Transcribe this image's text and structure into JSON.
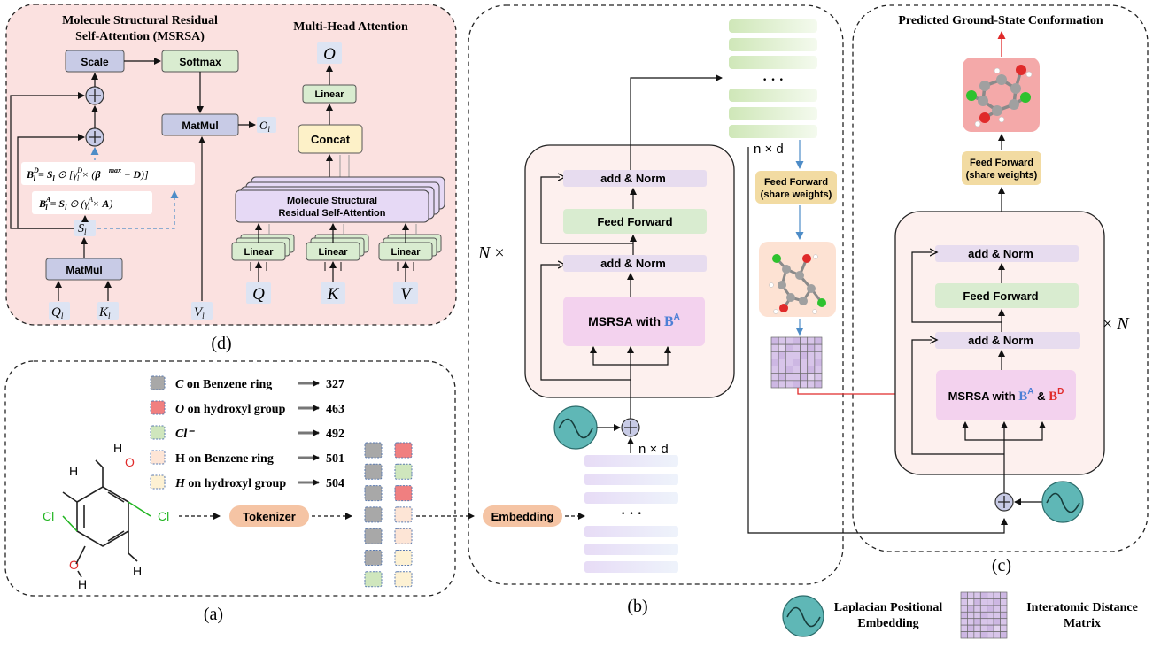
{
  "panel_d": {
    "title_line1": "Molecule Structural Residual",
    "title_line2": "Self-Attention (MSRSA)",
    "mha_title": "Multi-Head Attention",
    "scale": "Scale",
    "softmax": "Softmax",
    "matmul_top": "MatMul",
    "matmul_bottom": "MatMul",
    "o_l": "O",
    "o_l_sub": "l",
    "eq_bd": "B",
    "eq_bd_text": "= S ⊙ [γ × (β  − D)]",
    "eq_ba_text": "= S ⊙ (γ × A)",
    "s_l": "S",
    "s_l_sub": "l",
    "q_l": "Q",
    "k_l": "K",
    "v_l": "V",
    "sub_l": "l",
    "o_out": "O",
    "linear": "Linear",
    "concat": "Concat",
    "msrsa_line1": "Molecule Structural",
    "msrsa_line2": "Residual Self-Attention",
    "q": "Q",
    "k": "K",
    "v": "V",
    "label": "(d)"
  },
  "panel_a": {
    "legend": [
      {
        "sym": "C",
        "text": " on Benzene ring",
        "value": "327",
        "color": "#a8a8a8",
        "border": "#5a7ab0"
      },
      {
        "sym": "O",
        "text": " on hydroxyl group",
        "value": "463",
        "color": "#f07f80",
        "border": "#5a7ab0"
      },
      {
        "sym": "Cl⁻",
        "text": "",
        "value": "492",
        "color": "#cfe6bd",
        "border": "#5a7ab0"
      },
      {
        "sym": "H",
        "text": " on Benzene ring",
        "value": "501",
        "color": "#fde5d6",
        "border": "#5a7ab0"
      },
      {
        "sym": "H",
        "text": " on hydroxyl group",
        "value": "504",
        "color": "#fdf1d3",
        "border": "#5a7ab0"
      }
    ],
    "tokenizer": "Tokenizer",
    "embedding": "Embedding",
    "atom_h": "H",
    "atom_o": "O",
    "atom_cl": "Cl",
    "label": "(a)"
  },
  "panel_b": {
    "add_norm": "add & Norm",
    "feed_forward": "Feed Forward",
    "msrsa_with": "MSRSA with ",
    "b_a": "B",
    "sup_a": "A",
    "n_times": "N ×",
    "n_by_d_bottom": "n × d",
    "n_by_d_top": "n × d",
    "ellipsis": "· · ·",
    "ff_shared_line1": "Feed Forward",
    "ff_shared_line2": "(share weights)",
    "label": "(b)"
  },
  "panel_c": {
    "title": "Predicted Ground-State Conformation",
    "ff_shared_line1": "Feed Forward",
    "ff_shared_line2": "(share weights)",
    "add_norm": "add & Norm",
    "feed_forward": "Feed Forward",
    "msrsa_with": "MSRSA with ",
    "amp": " & ",
    "b": "B",
    "sup_a": "A",
    "sup_d": "D",
    "times_n": "× N",
    "label": "(c)"
  },
  "legend_bottom": {
    "lpe_line1": "Laplacian Positional",
    "lpe_line2": "Embedding",
    "idm_line1": "Interatomic Distance",
    "idm_line2": "Matrix"
  },
  "colors": {
    "panel_d_bg": "#fbe1e0",
    "box_blue": "#c8cbe6",
    "box_green": "#d9ecd0",
    "box_yellow": "#fdf1c8",
    "box_purple": "#e6d9f5",
    "msrsa_pink": "#f3d2ee",
    "encoder_bg": "#fdf0ee",
    "tokenizer": "#f5c4a4",
    "ff_shared": "#f2dba2",
    "accent_red": "#e02a2a",
    "accent_blue": "#4d8cc7",
    "lpe_teal": "#5fb7b6"
  }
}
